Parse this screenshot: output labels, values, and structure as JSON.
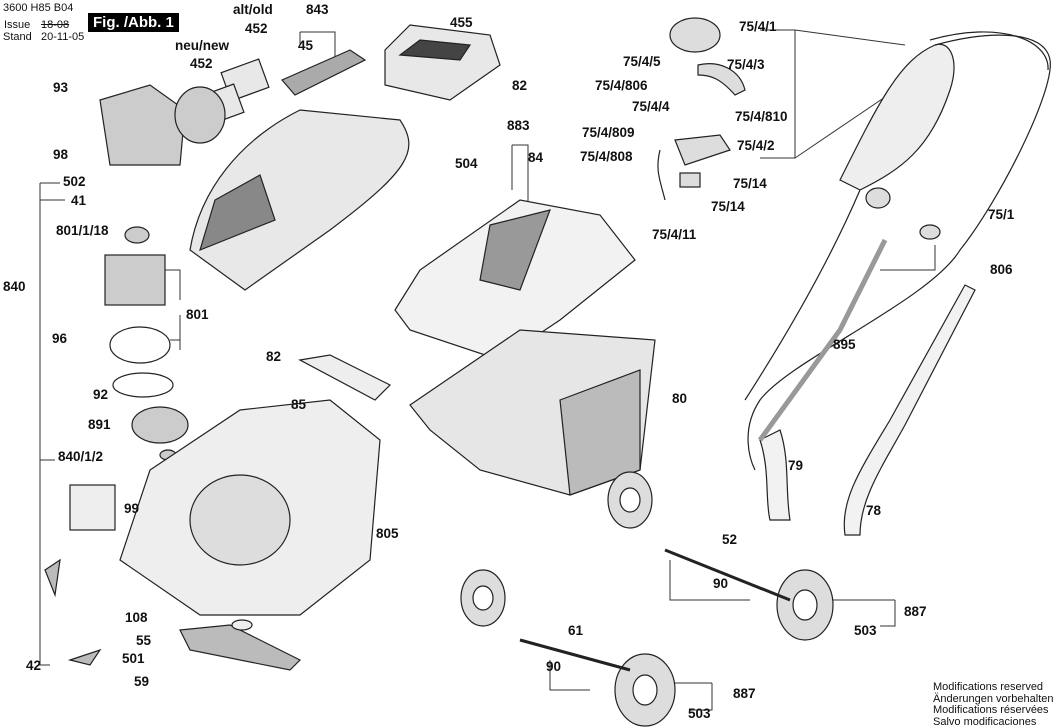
{
  "header": {
    "doc_number": "3600 H85 B04",
    "issue_label": "Issue",
    "issue_old": "18-08",
    "stand_label": "Stand",
    "stand_date": "20-11-05",
    "figure_title": "Fig. /Abb. 1"
  },
  "variant": {
    "old_label": "alt/old",
    "old_part": "452",
    "new_label": "neu/new",
    "new_part": "452"
  },
  "labels": [
    "843",
    "45",
    "455",
    "82",
    "93",
    "98",
    "502",
    "41",
    "801/1/18",
    "840",
    "801",
    "96",
    "92",
    "891",
    "840/1/2",
    "99",
    "82",
    "85",
    "504",
    "883",
    "84",
    "80",
    "805",
    "108",
    "55",
    "501",
    "42",
    "59",
    "75/4/1",
    "75/4/5",
    "75/4/3",
    "75/4/806",
    "75/4/4",
    "75/4/810",
    "75/4/809",
    "75/4/2",
    "75/4/808",
    "75/14",
    "75/14",
    "75/4/11",
    "75/1",
    "806",
    "895",
    "79",
    "78",
    "52",
    "90",
    "887",
    "503",
    "61",
    "90",
    "887",
    "503"
  ],
  "notes": [
    "Modifications reserved",
    "Änderungen vorbehalten",
    "Modifications réservées",
    "Salvo modificaciones"
  ]
}
